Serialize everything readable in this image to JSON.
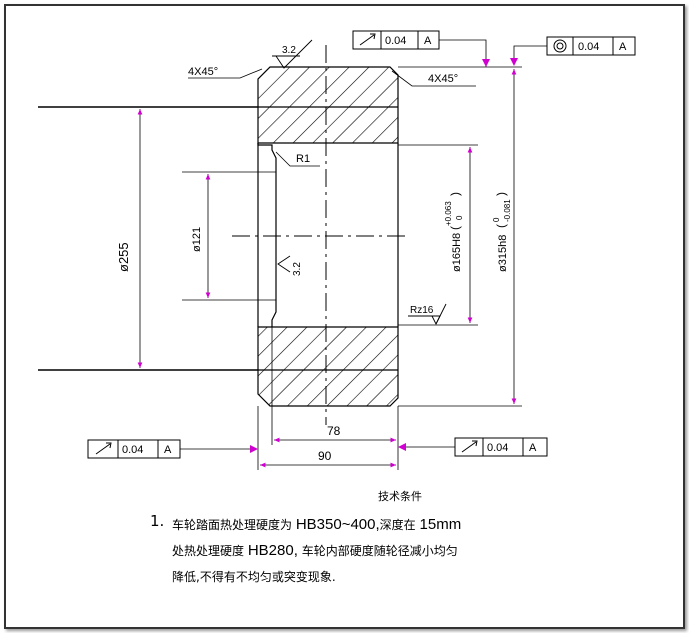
{
  "drawing": {
    "chamfer_left": "4X45°",
    "chamfer_right": "4X45°",
    "roughness_top": "3.2",
    "roughness_bore": "3.2",
    "roughness_rz": "Rz16",
    "radius": "R1",
    "dim_bore_small": "ø121",
    "dim_outer_left": "ø255",
    "dim_bore_main": "ø165H8(+0.063 / 0)",
    "dim_bore_main_label": "ø165H8",
    "dim_bore_main_tol_upper": "+0.063",
    "dim_bore_main_tol_lower": "0",
    "dim_outer_main": "ø315h8(0 / -0.081)",
    "dim_outer_main_label": "ø315h8",
    "dim_outer_main_tol_upper": "0",
    "dim_outer_main_tol_lower": "-0.081",
    "dim_width_inner": "78",
    "dim_width_outer": "90"
  },
  "tolerance_frames": {
    "top_runout": {
      "symbol": "runout-arrow",
      "value": "0.04",
      "datum": "A"
    },
    "top_concentricity": {
      "symbol": "concentricity-circles",
      "value": "0.04",
      "datum": "A"
    },
    "bottom_left_runout": {
      "symbol": "runout-arrow",
      "value": "0.04",
      "datum": "A"
    },
    "bottom_right_runout": {
      "symbol": "runout-arrow",
      "value": "0.04",
      "datum": "A"
    }
  },
  "notes": {
    "title": "技术条件",
    "number": "1.",
    "line1_prefix": "车轮踏面热处理硬度为",
    "line1_value": "HB350~400,",
    "line1_mid": "深度在",
    "line1_depth": "15mm",
    "line2_prefix": "处热处理硬度",
    "line2_value": "HB280,",
    "line2_suffix": "车轮内部硬度随轮径减小均匀",
    "line3": "降低,不得有不均匀或突变现象."
  },
  "colors": {
    "line": "#000000",
    "dimension_arrow": "#d000d0",
    "hatch": "#000000"
  }
}
